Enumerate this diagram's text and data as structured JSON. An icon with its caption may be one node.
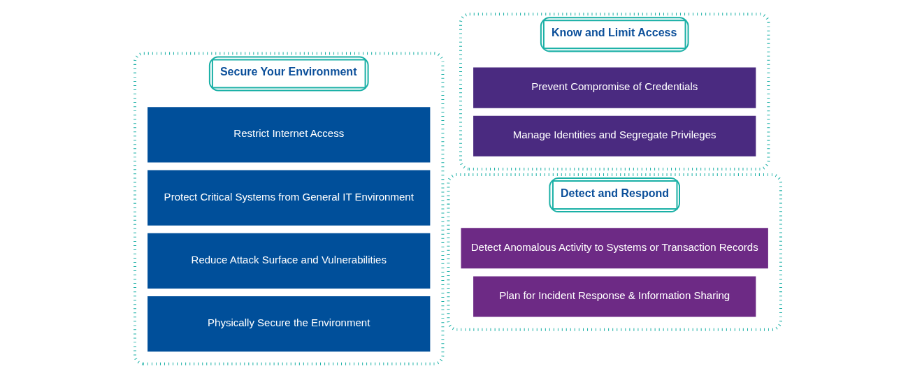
{
  "diagram": {
    "nodes": [
      {
        "text": [
          "Secure Your Environment"
        ]
      },
      {
        "text": [
          "Restrict Internet Access"
        ],
        "in": 0
      },
      {
        "text": [
          "Protect Critical Systems from General IT Environment"
        ],
        "in": 0
      },
      {
        "text": [
          "Reduce Attack Surface and Vulnerabilities"
        ],
        "in": 0
      },
      {
        "text": [
          "Physically Secure the Environment"
        ],
        "in": 0
      },
      {
        "text": [
          "Know and Limit Access"
        ]
      },
      {
        "text": [
          "Prevent Compromise of Credentials"
        ],
        "in": 5
      },
      {
        "text": [
          "Manage Identities and Segregate Privileges"
        ],
        "in": 5
      },
      {
        "text": [
          "Detect and Respond"
        ]
      },
      {
        "text": [
          "Detect Anomalous Activity to Systems or Transaction Records"
        ],
        "in": 8
      },
      {
        "text": [
          "Plan for Incident Response & Information Sharing"
        ],
        "in": 8
      }
    ]
  }
}
